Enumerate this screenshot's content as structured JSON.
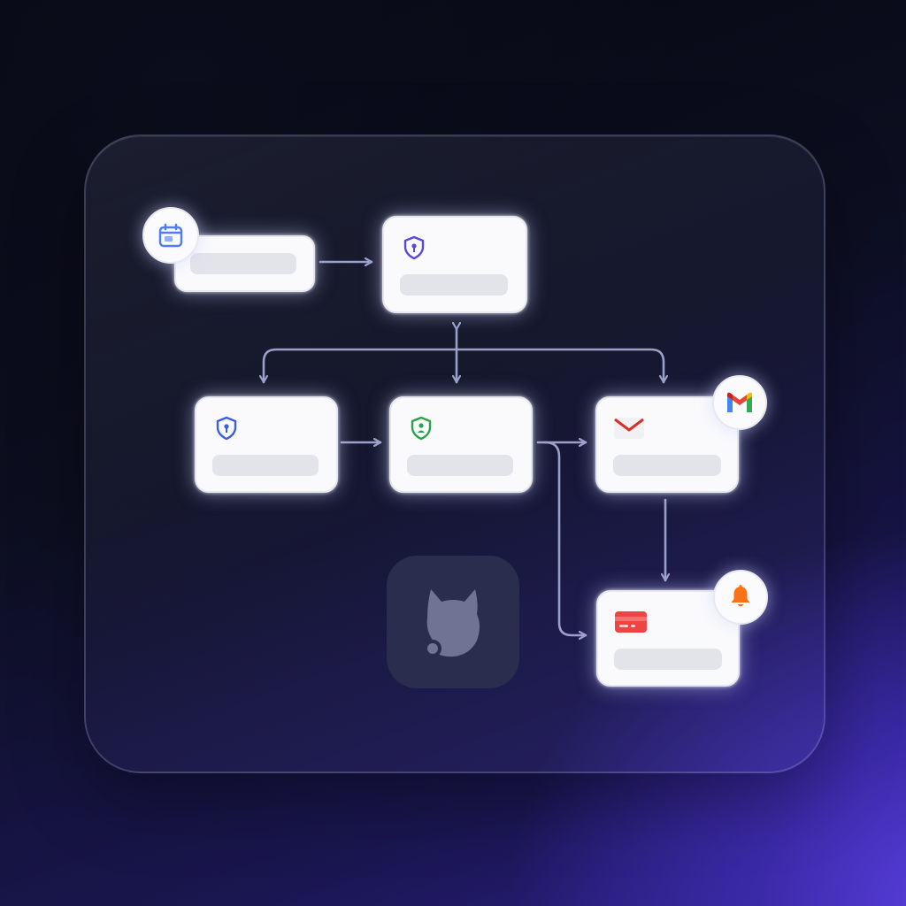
{
  "nodes": [
    {
      "id": "trigger",
      "icon": "calendar-icon"
    },
    {
      "id": "top-security",
      "icon": "shield-lock-icon"
    },
    {
      "id": "left-security",
      "icon": "shield-lock-icon"
    },
    {
      "id": "center-security",
      "icon": "shield-check-icon"
    },
    {
      "id": "email",
      "icon": "email-icon"
    },
    {
      "id": "payment",
      "icon": "credit-card-icon"
    }
  ],
  "badges": [
    "calendar-icon",
    "gmail-icon",
    "bell-icon"
  ],
  "logo": "cat-logo-icon",
  "colors": {
    "accent_blue": "#4f7df5",
    "shield_purple": "#5a48e0",
    "shield_green": "#2aa34a",
    "gmail_red": "#d93025",
    "card_red": "#ef4444",
    "bell_orange": "#f97316",
    "connector": "#9aa0c8"
  }
}
